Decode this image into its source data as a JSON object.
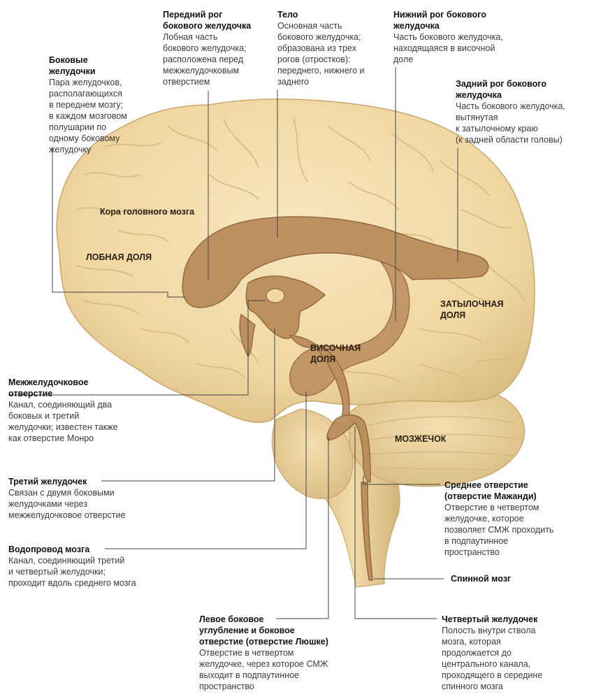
{
  "annotations": {
    "lateral_ventricles": {
      "title": "Боковые\nжелудочки",
      "desc": "Пара желудочков,\nрасполагающихся\nв переднем мозгу;\nв каждом мозговом\nполушарии по\nодному боковому\nжелудочку"
    },
    "anterior_horn": {
      "title": "Передний рог\nбокового желудочка",
      "desc": "Лобная часть\nбокового желудочка;\nрасположена перед\nмежжелудочковым\nотверстием"
    },
    "body": {
      "title": "Тело",
      "desc": "Основная часть\nбокового желудочка;\nобразована из трех\nрогов (отростков):\nпереднего, нижнего и\nзаднего"
    },
    "inferior_horn": {
      "title": "Нижний рог бокового\nжелудочка",
      "desc": "Часть бокового желудочка,\nнаходящаяся в височной\nдоле"
    },
    "posterior_horn": {
      "title": "Задний рог бокового\nжелудочка",
      "desc": "Часть бокового желудочка,\nвытянутая\nк затылочному краю\n(к задней области головы)"
    },
    "interventricular_foramen": {
      "title": "Межжелудочковое\nотверстие",
      "desc": "Канал, соединяющий два\nбоковых и третий\nжелудочки; известен также\nкак отверстие Монро"
    },
    "third_ventricle": {
      "title": "Третий желудочек",
      "desc": "Связан с двумя боковыми\nжелудочками через\nмежжелудочковое отверстие"
    },
    "cerebral_aqueduct": {
      "title": "Водопровод мозга",
      "desc": "Канал, соединяющий третий\nи четвертый желудочки;\nпроходит вдоль среднего мозга"
    },
    "lateral_recess": {
      "title": "Левое боковое\nуглубление и боковое\nотверстие (отверстие Люшке)",
      "desc": "Отверстие в четвертом\nжелудочке, через которое СМЖ\nвыходит в подпаутинное\nпространство"
    },
    "median_aperture": {
      "title": "Среднее отверстие\n(отверстие Мажанди)",
      "desc": "Отверстие в четвертом\nжелудочке, которое\nпозволяет СМЖ проходить\nв подпаутинное\nпространство"
    },
    "spinal_cord": {
      "title": "Спинной мозг"
    },
    "fourth_ventricle": {
      "title": "Четвертый желудочек",
      "desc": "Полость внутри ствола\nмозга, которая\nпродолжается до\nцентрального канала,\nпроходящего в середине\nспинного мозга"
    }
  },
  "regions": {
    "cortex": "Кора головного мозга",
    "frontal": "ЛОБНАЯ ДОЛЯ",
    "occipital": "ЗАТЫЛОЧНАЯ\nДОЛЯ",
    "temporal": "ВИСОЧНАЯ\nДОЛЯ",
    "cerebellum": "МОЗЖЕЧОК"
  },
  "colors": {
    "brain_fill": "#f3dcaa",
    "brain_shade": "#e2c48a",
    "ventricle_fill": "#b98a5a",
    "ventricle_stroke": "#8a6038",
    "leader_line": "#444444"
  }
}
